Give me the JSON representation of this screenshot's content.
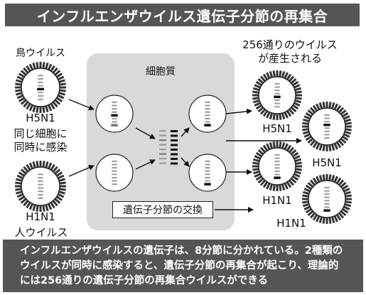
{
  "title": "インフルエンザウイルス遺伝子分節の再集合",
  "labels": {
    "bird_virus": "鳥ウイルス",
    "h5n1_top": "H5N1",
    "same_cell_line1": "同じ細胞に",
    "same_cell_line2": "同時に感染",
    "h1n1_left": "H1N1",
    "human_virus": "人ウイルス",
    "cytoplasm": "細胞質",
    "exchange": "遺伝子分節の交換",
    "result_line1": "256通りのウイルス",
    "result_line2": "が産生される",
    "out_h5n1_a": "H5N1",
    "out_h5n1_b": "H5N1",
    "out_h1n1_a": "H1N1",
    "out_h1n1_b": "H1N1"
  },
  "caption": {
    "line1": "インフルエンザウイルスの遺伝子は、8分節に分かれている。2種類の",
    "line2": "ウイルスが同時に感染すると、遺伝子分節の再集合が起こり、理論的",
    "line3": "には256通りの遺伝子分節の再集合ウイルスができる"
  },
  "colors": {
    "dark_band": "#555555",
    "cytoplasm": "#d9d9d9",
    "spike": "#333333",
    "segment_gray": "#999999"
  }
}
